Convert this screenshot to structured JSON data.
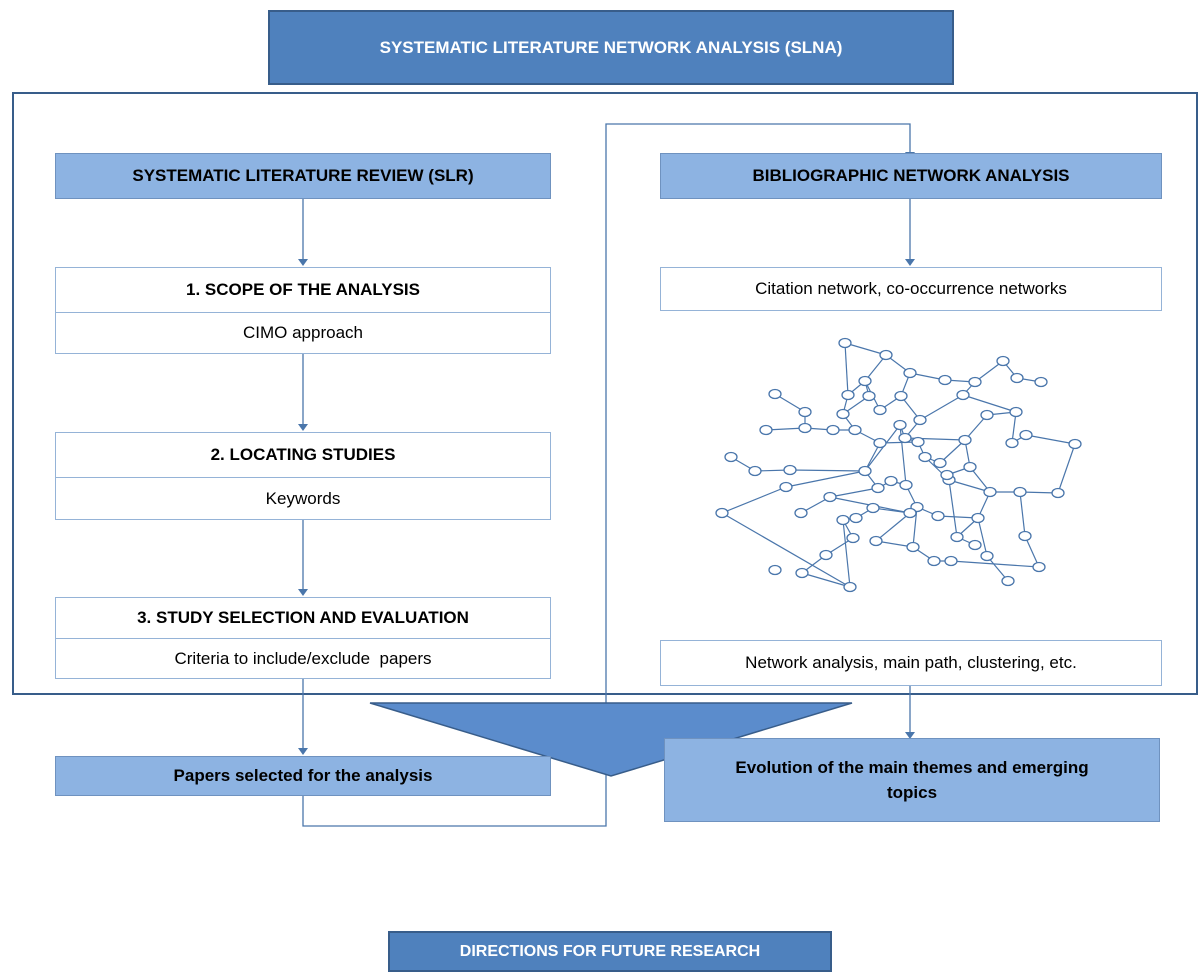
{
  "title": "SYSTEMATIC LITERATURE NETWORK ANALYSIS (SLNA)",
  "slr": {
    "header": "SYSTEMATIC LITERATURE REVIEW (SLR)",
    "steps": [
      {
        "title": "1. SCOPE OF THE ANALYSIS",
        "detail": "CIMO approach"
      },
      {
        "title": "2. LOCATING STUDIES",
        "detail": "Keywords"
      },
      {
        "title": "3. STUDY SELECTION AND EVALUATION",
        "detail": "Criteria to include/exclude  papers"
      }
    ],
    "output": "Papers selected for the analysis"
  },
  "bna": {
    "header": "BIBLIOGRAPHIC NETWORK ANALYSIS",
    "networks": "Citation network, co-occurrence networks",
    "analysis": "Network analysis, main path, clustering, etc.",
    "output": "Evolution of the main themes and emerging topics"
  },
  "footer": "DIRECTIONS FOR FUTURE RESEARCH",
  "colors": {
    "dark_blue": "#4f81bd",
    "light_blue": "#8db3e2",
    "border_blue": "#385d8a",
    "line_blue": "#4a76ab"
  }
}
